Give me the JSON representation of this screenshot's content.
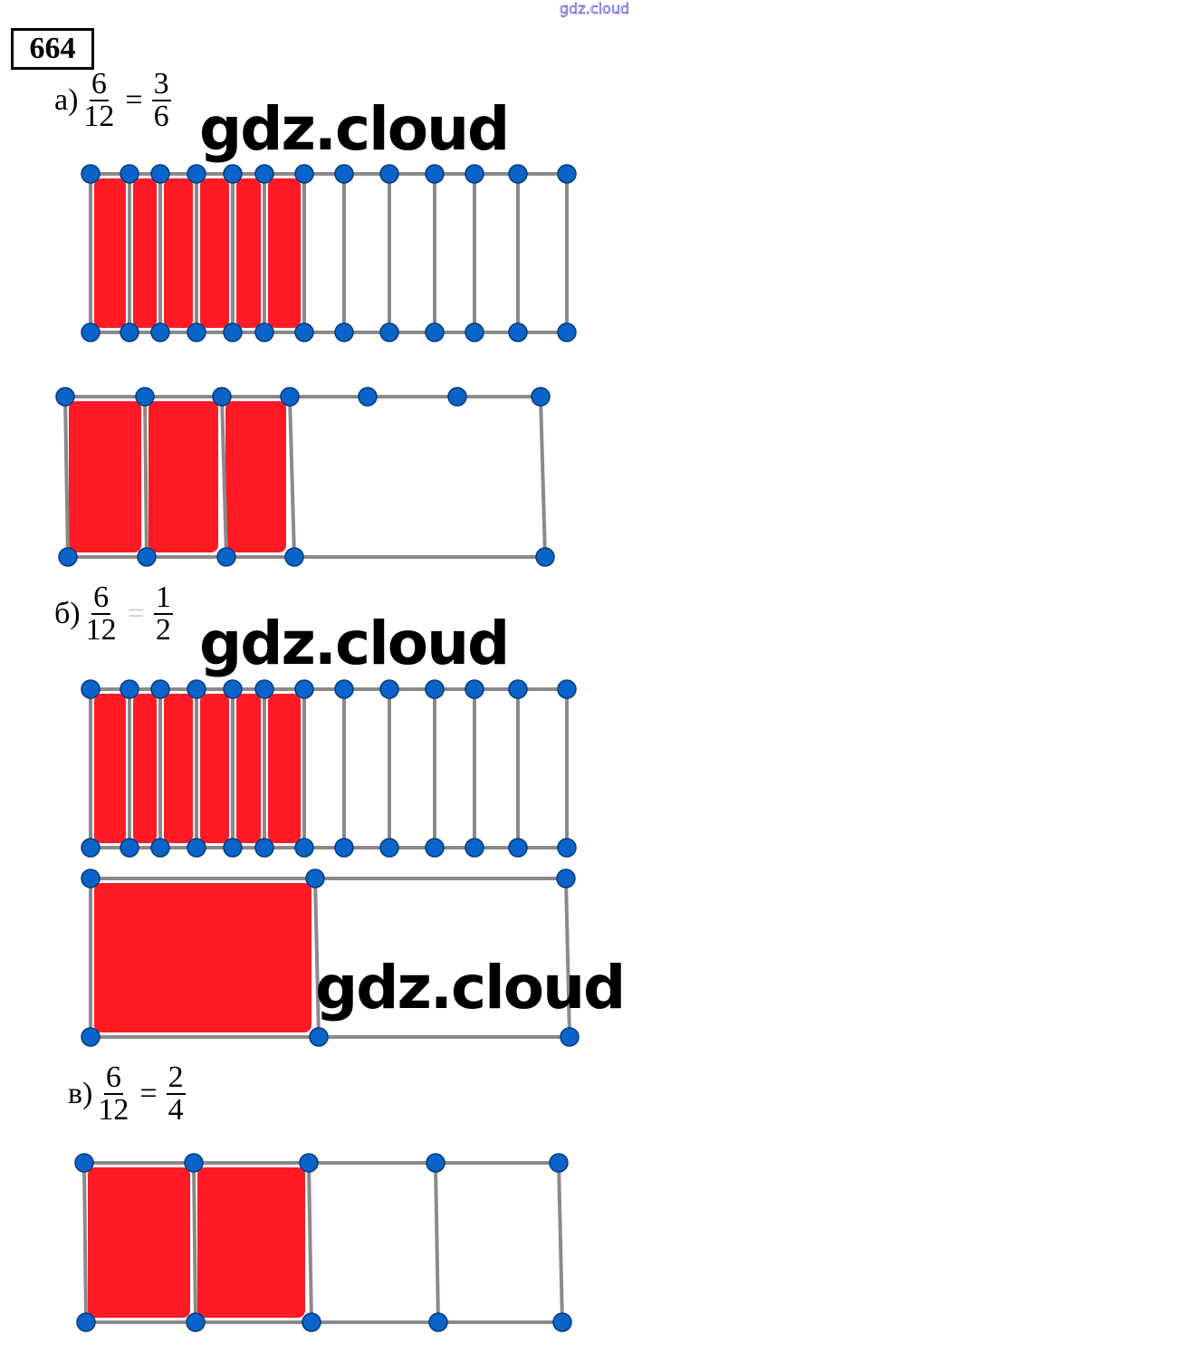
{
  "watermark_small": "gdz.cloud",
  "watermark": "gdz.cloud",
  "problem_number": "664",
  "parts": [
    {
      "label": "а)",
      "lhs": {
        "num": "6",
        "den": "12"
      },
      "eq": "=",
      "rhs": {
        "num": "3",
        "den": "6"
      },
      "strips": [
        {
          "parts": 12,
          "shaded": 6
        },
        {
          "parts": 6,
          "shaded": 3
        }
      ]
    },
    {
      "label": "б)",
      "lhs": {
        "num": "6",
        "den": "12"
      },
      "eq": "=",
      "rhs": {
        "num": "1",
        "den": "2"
      },
      "strips": [
        {
          "parts": 12,
          "shaded": 6
        },
        {
          "parts": 2,
          "shaded": 1
        }
      ]
    },
    {
      "label": "в)",
      "lhs": {
        "num": "6",
        "den": "12"
      },
      "eq": "=",
      "rhs": {
        "num": "2",
        "den": "4"
      },
      "strips": [
        {
          "parts": 4,
          "shaded": 2
        }
      ]
    }
  ],
  "colors": {
    "shade": "#ff1a26",
    "point": "#0a63c9",
    "line": "#8a8a8a"
  }
}
